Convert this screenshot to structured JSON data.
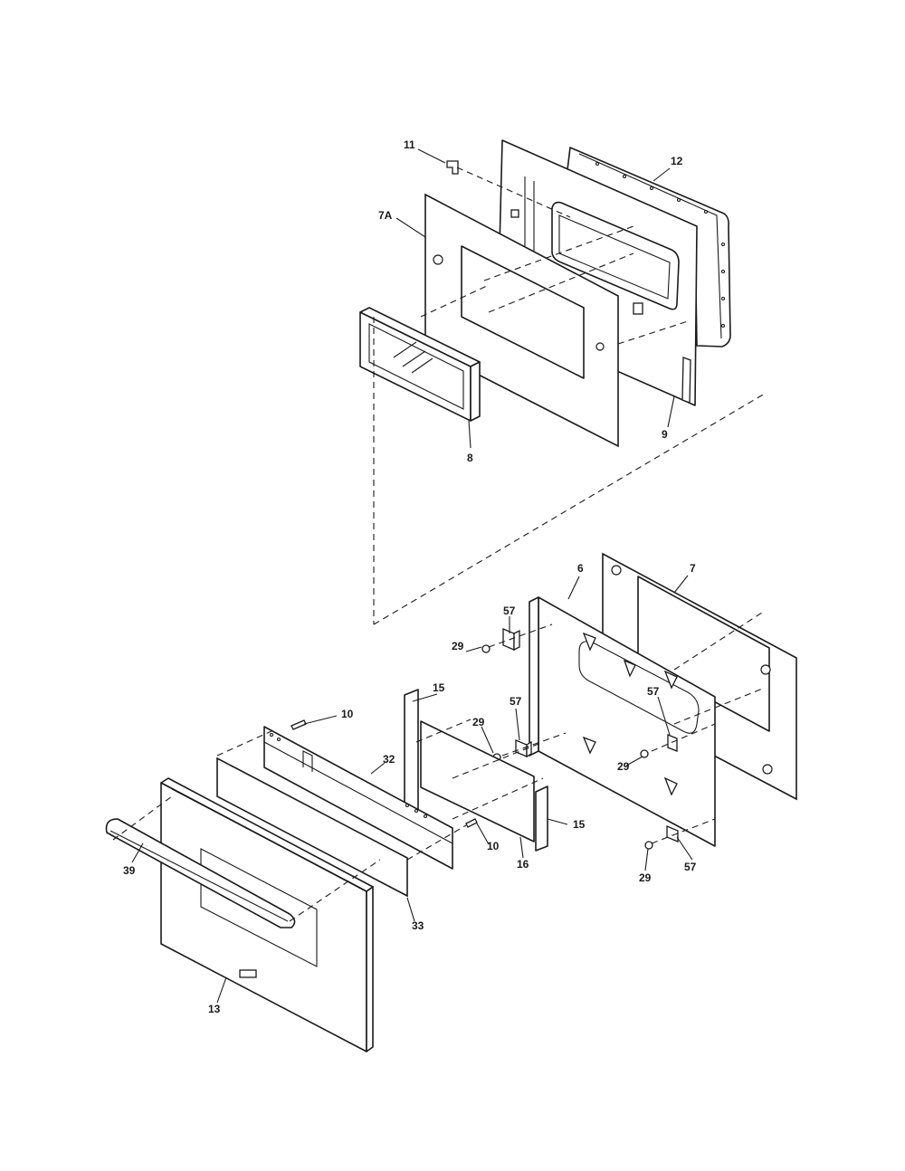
{
  "diagram": {
    "callouts": {
      "c11": "11",
      "c12": "12",
      "c7A": "7A",
      "c8": "8",
      "c9": "9",
      "c6": "6",
      "c7": "7",
      "c57a": "57",
      "c29a": "29",
      "c15a": "15",
      "c57b": "57",
      "c29b": "29",
      "c57c": "57",
      "c29c": "29",
      "c10a": "10",
      "c32": "32",
      "c15b": "15",
      "c10b": "10",
      "c16": "16",
      "c39": "39",
      "c33": "33",
      "c29d": "29",
      "c57d": "57",
      "c13": "13"
    }
  }
}
